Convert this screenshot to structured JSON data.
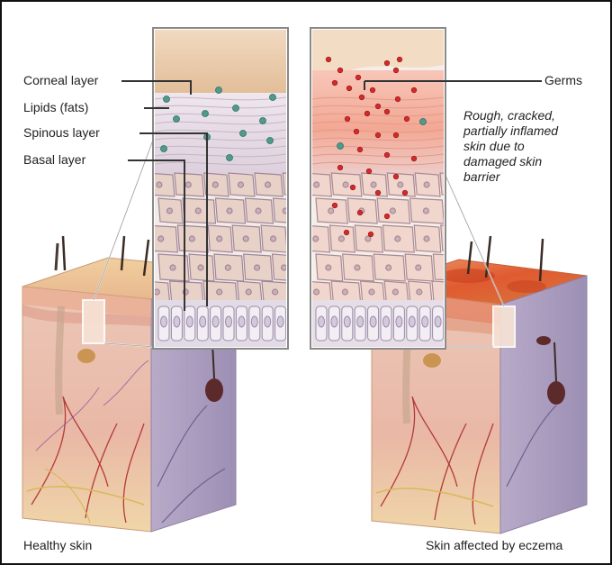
{
  "labels": {
    "corneal": "Corneal layer",
    "lipids": "Lipids (fats)",
    "spinous": "Spinous layer",
    "basal": "Basal layer",
    "germs": "Germs"
  },
  "annotation": {
    "line1": "Rough, cracked,",
    "line2": "partially inflamed",
    "line3": "skin due to",
    "line4": "damaged skin",
    "line5": "barrier"
  },
  "captions": {
    "healthy": "Healthy skin",
    "eczema": "Skin affected by eczema"
  },
  "colors": {
    "healthy_tissue": "#e8c0b0",
    "eczema_inflammation": "#e05a40",
    "germs": "#d42a2a",
    "lipids": "#4f9a8c",
    "corneal": "#e9c9a5"
  }
}
